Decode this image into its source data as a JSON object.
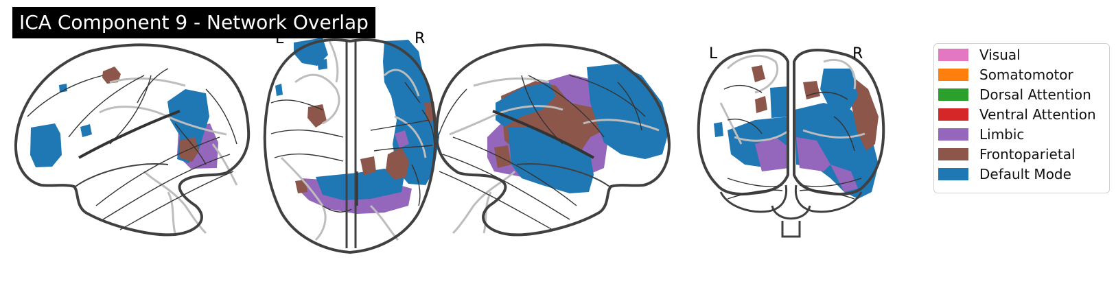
{
  "title": "ICA Component 9 - Network Overlap",
  "orientation": {
    "axial": {
      "left": "L",
      "right": "R"
    },
    "coronal": {
      "left": "L",
      "right": "R"
    }
  },
  "legend": {
    "items": [
      {
        "label": "Visual",
        "color": "#e377c2"
      },
      {
        "label": "Somatomotor",
        "color": "#ff7f0e"
      },
      {
        "label": "Dorsal Attention",
        "color": "#2ca02c"
      },
      {
        "label": "Ventral Attention",
        "color": "#d62728"
      },
      {
        "label": "Limbic",
        "color": "#9467bd"
      },
      {
        "label": "Frontoparietal",
        "color": "#8c564b"
      },
      {
        "label": "Default Mode",
        "color": "#1f77b4"
      }
    ]
  },
  "colors": {
    "limbic": "#9467bd",
    "frontoparietal": "#8c564b",
    "default_mode": "#1f77b4",
    "outline": "#404040",
    "sulci": "#bdbdbd"
  }
}
